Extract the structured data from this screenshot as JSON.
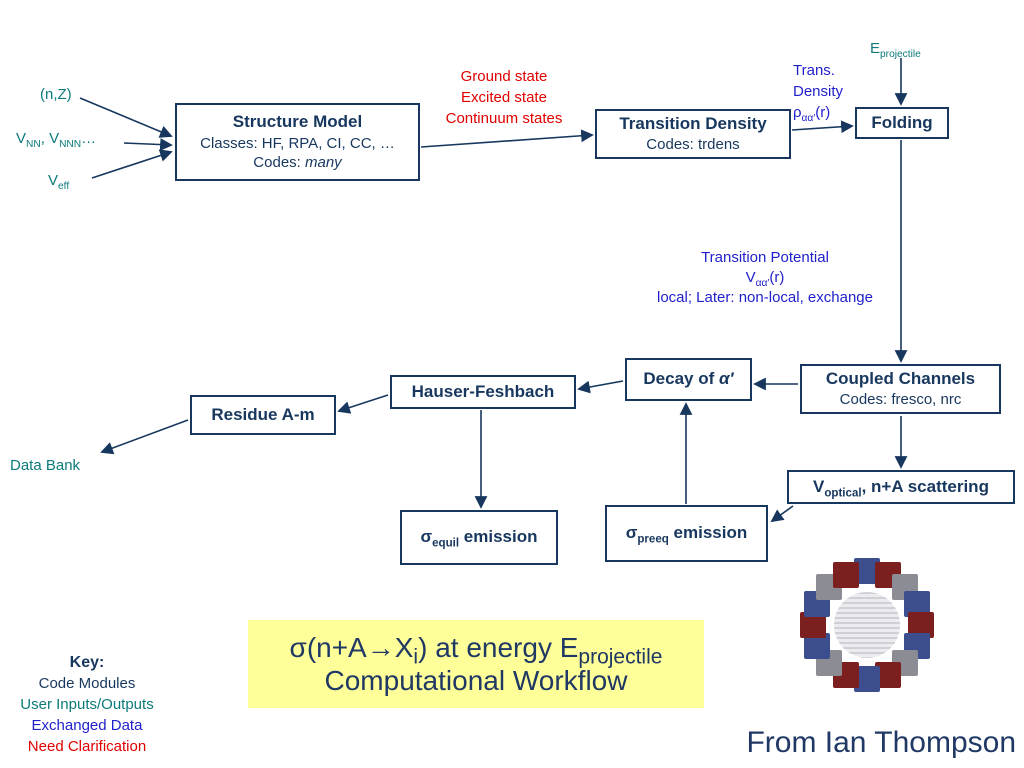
{
  "colors": {
    "box_border": "#17375E",
    "navy_text": "#1F3864",
    "teal": "#0D7A7A",
    "blue": "#1F1FCC",
    "red": "#E00000",
    "banner_yellow": "#FFFF99"
  },
  "inputs": {
    "nz": "(n,Z)",
    "vnn": [
      {
        "t": "V"
      },
      {
        "t": "NN",
        "s": "sub"
      },
      {
        "t": ", V"
      },
      {
        "t": "NNN",
        "s": "sub"
      },
      {
        "t": "…"
      }
    ],
    "veff": [
      {
        "t": "V"
      },
      {
        "t": "eff",
        "s": "sub"
      }
    ],
    "eprojectile": [
      {
        "t": "E"
      },
      {
        "t": "projectile",
        "s": "sub"
      }
    ],
    "databank": "Data Bank"
  },
  "annotations": {
    "states_red": [
      "Ground state",
      "Excited state",
      "Continuum states"
    ],
    "trans_density": {
      "line1": "Trans.",
      "line2": "Density",
      "line3_rich": [
        {
          "t": "ρ"
        },
        {
          "t": "αα′",
          "s": "sub"
        },
        {
          "t": "(r)"
        }
      ]
    },
    "transition_potential": {
      "line1": "Transition Potential",
      "line2_rich": [
        {
          "t": "V"
        },
        {
          "t": "αα′",
          "s": "sub"
        },
        {
          "t": "(r)"
        }
      ],
      "line3": "local; Later: non-local, exchange"
    }
  },
  "boxes": {
    "structure_model": {
      "title": "Structure Model",
      "classes": "Classes: HF, RPA, CI, CC, …",
      "codes_rich": [
        {
          "t": "Codes: "
        },
        {
          "t": "many",
          "s": "i"
        }
      ]
    },
    "transition_density": {
      "title": "Transition Density",
      "codes": "Codes: trdens"
    },
    "folding": {
      "title": "Folding"
    },
    "coupled_channels": {
      "title": "Coupled Channels",
      "codes": "Codes: fresco, nrc"
    },
    "decay": {
      "title_rich": [
        {
          "t": "Decay of "
        },
        {
          "t": "α′",
          "s": "i"
        }
      ]
    },
    "hauser_feshbach": {
      "title": "Hauser-Feshbach"
    },
    "residue": {
      "title": "Residue A-m"
    },
    "sigma_equil": {
      "title_rich": [
        {
          "t": "σ"
        },
        {
          "t": "equil",
          "s": "sub"
        },
        {
          "t": " emission"
        }
      ]
    },
    "sigma_preeq": {
      "title_rich": [
        {
          "t": "σ"
        },
        {
          "t": "preeq",
          "s": "sub"
        },
        {
          "t": " emission"
        }
      ]
    },
    "voptical": {
      "title_rich": [
        {
          "t": "V"
        },
        {
          "t": "optical",
          "s": "sub"
        },
        {
          "t": ", n+A scattering"
        }
      ]
    }
  },
  "banner": {
    "line1_rich": [
      {
        "t": "σ(n+A→X"
      },
      {
        "t": "i",
        "s": "sub"
      },
      {
        "t": ") at energy E"
      },
      {
        "t": "projectile",
        "s": "sub"
      }
    ],
    "line2": "Computational Workflow"
  },
  "key": {
    "title": "Key:",
    "items": [
      {
        "label": "Code Modules",
        "color": "#17375E"
      },
      {
        "label": "User Inputs/Outputs",
        "color": "#0D7A7A"
      },
      {
        "label": "Exchanged Data",
        "color": "#1F1FCC"
      },
      {
        "label": "Need Clarification",
        "color": "#E00000"
      }
    ]
  },
  "credit": "From Ian Thompson",
  "collage": {
    "square_colors": [
      "#3D4E8F",
      "#7B1F1F",
      "#8C8C94",
      "#3D4E8F",
      "#7B1F1F",
      "#3D4E8F",
      "#8C8C94",
      "#7B1F1F",
      "#3D4E8F",
      "#7B1F1F",
      "#8C8C94",
      "#3D4E8F",
      "#7B1F1F",
      "#3D4E8F",
      "#8C8C94",
      "#7B1F1F"
    ]
  }
}
